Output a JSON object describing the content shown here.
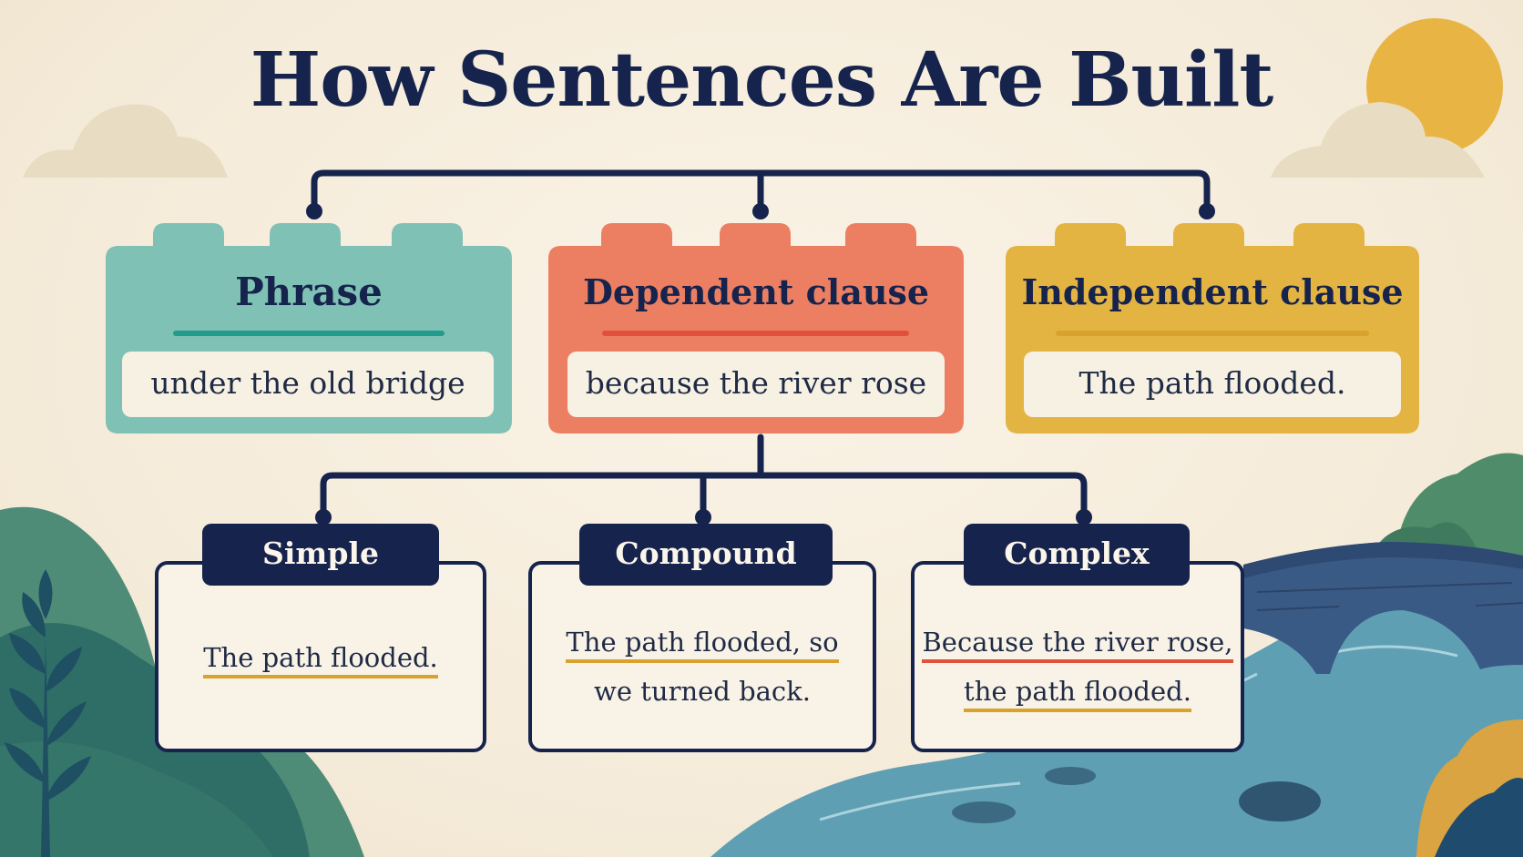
{
  "title": "How Sentences Are Built",
  "colors": {
    "navy": "#16244d",
    "phrase": "#7fc1b4",
    "dependent": "#ec7f62",
    "independent": "#e3b442",
    "underline_teal": "#1f9c8c",
    "underline_red": "#e0503a",
    "underline_gold": "#d8a22d"
  },
  "blocks": [
    {
      "label": "Phrase",
      "example": "under the old bridge"
    },
    {
      "label": "Dependent clause",
      "example": "because the river rose"
    },
    {
      "label": "Independent clause",
      "example": "The path flooded."
    }
  ],
  "sentence_types": [
    {
      "label": "Simple",
      "lines": [
        "The path flooded."
      ]
    },
    {
      "label": "Compound",
      "lines": [
        "The path flooded, so",
        "we turned back."
      ]
    },
    {
      "label": "Complex",
      "lines": [
        "Because the river rose,",
        "the path flooded."
      ]
    }
  ]
}
